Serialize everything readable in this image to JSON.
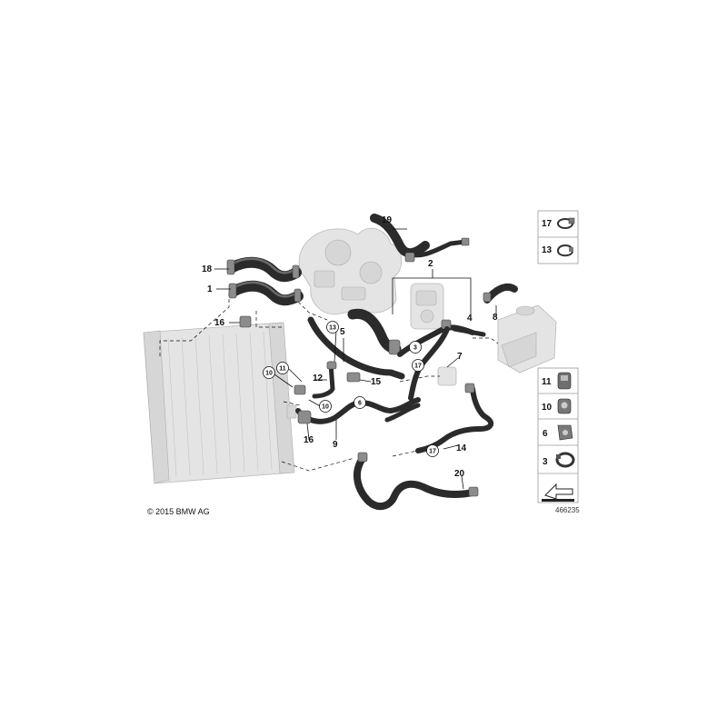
{
  "diagram": {
    "labels": {
      "l1": "1",
      "l2": "2",
      "l3": "3",
      "l4": "4",
      "l5": "5",
      "l6": "6",
      "l7": "7",
      "l8": "8",
      "l9": "9",
      "l12": "12",
      "l14": "14",
      "l15": "15",
      "l16a": "16",
      "l16b": "16",
      "l18": "18",
      "l19": "19",
      "l20": "20"
    },
    "callouts": {
      "c13": "13",
      "c10a": "10",
      "c11": "11",
      "c10b": "10",
      "c6": "6",
      "c3": "3",
      "c17a": "17",
      "c17b": "17"
    },
    "legend": [
      {
        "number": "17",
        "icon": "hose-clamp-icon"
      },
      {
        "number": "13",
        "icon": "spring-clip-icon"
      },
      {
        "number": "11",
        "icon": "quick-coupling-icon"
      },
      {
        "number": "10",
        "icon": "quick-coupling-small-icon"
      },
      {
        "number": "6",
        "icon": "holder-icon"
      },
      {
        "number": "3",
        "icon": "hose-clip-icon"
      }
    ],
    "copyright": "© 2015 BMW AG",
    "diagram_number": "466235"
  }
}
